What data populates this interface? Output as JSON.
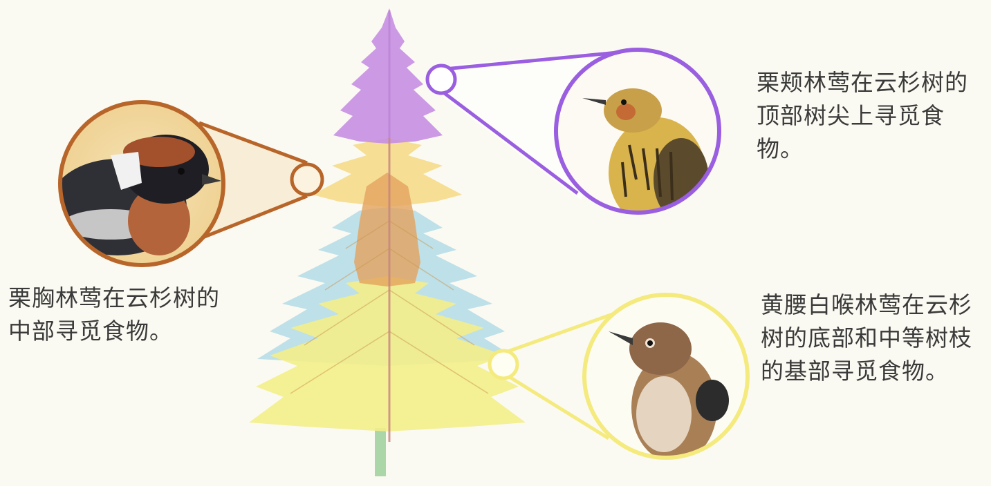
{
  "captions": {
    "middle_warbler": {
      "line1": "栗胸林莺在云杉树的",
      "line2": "中部寻觅食物。"
    },
    "top_warbler": {
      "line1": "栗颊林莺在云杉树的",
      "line2": "顶部树尖上寻觅食",
      "line3": "物。"
    },
    "bottom_warbler": {
      "line1": "黄腰白喉林莺在云杉",
      "line2": "树的底部和中等树枝",
      "line3": "的基部寻觅食物。"
    }
  },
  "zones": [
    {
      "zone": "top",
      "color": "#c78fe3"
    },
    {
      "zone": "upper-middle",
      "color": "#f6dc8e"
    },
    {
      "zone": "middle",
      "color": "#e4a35e"
    },
    {
      "zone": "lower",
      "color": "#f3ee8a"
    },
    {
      "zone": "branch-tips",
      "color": "#a9d7e6"
    }
  ],
  "callout_colors": {
    "middle_warbler": "#b8652a",
    "top_warbler": "#9a5ee0",
    "bottom_warbler": "#f4ea7e"
  }
}
